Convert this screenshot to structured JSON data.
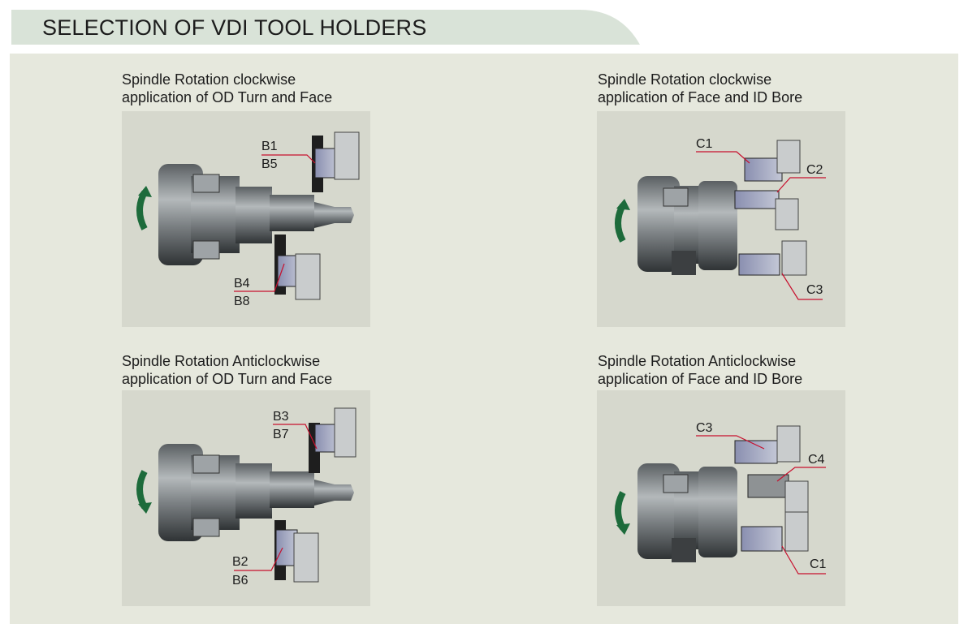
{
  "header": {
    "title": "SELECTION OF VDI TOOL HOLDERS"
  },
  "sections": [
    {
      "line1": "Spindle Rotation clockwise",
      "line2": "application of OD Turn and Face",
      "labels": [
        "B1",
        "B5",
        "B4",
        "B8"
      ]
    },
    {
      "line1": "Spindle Rotation clockwise",
      "line2": "application of Face and ID Bore",
      "labels": [
        "C1",
        "C2",
        "C3"
      ]
    },
    {
      "line1": "Spindle Rotation Anticlockwise",
      "line2": "application of OD Turn and Face",
      "labels": [
        "B3",
        "B7",
        "B2",
        "B6"
      ]
    },
    {
      "line1": "Spindle Rotation Anticlockwise",
      "line2": "application of Face and ID Bore",
      "labels": [
        "C3",
        "C4",
        "C1"
      ]
    }
  ],
  "colors": {
    "panel": "#e6e8dd",
    "tab": "#d9e3d8",
    "arrow": "#1d6b3b",
    "leader": "#c8102e"
  }
}
